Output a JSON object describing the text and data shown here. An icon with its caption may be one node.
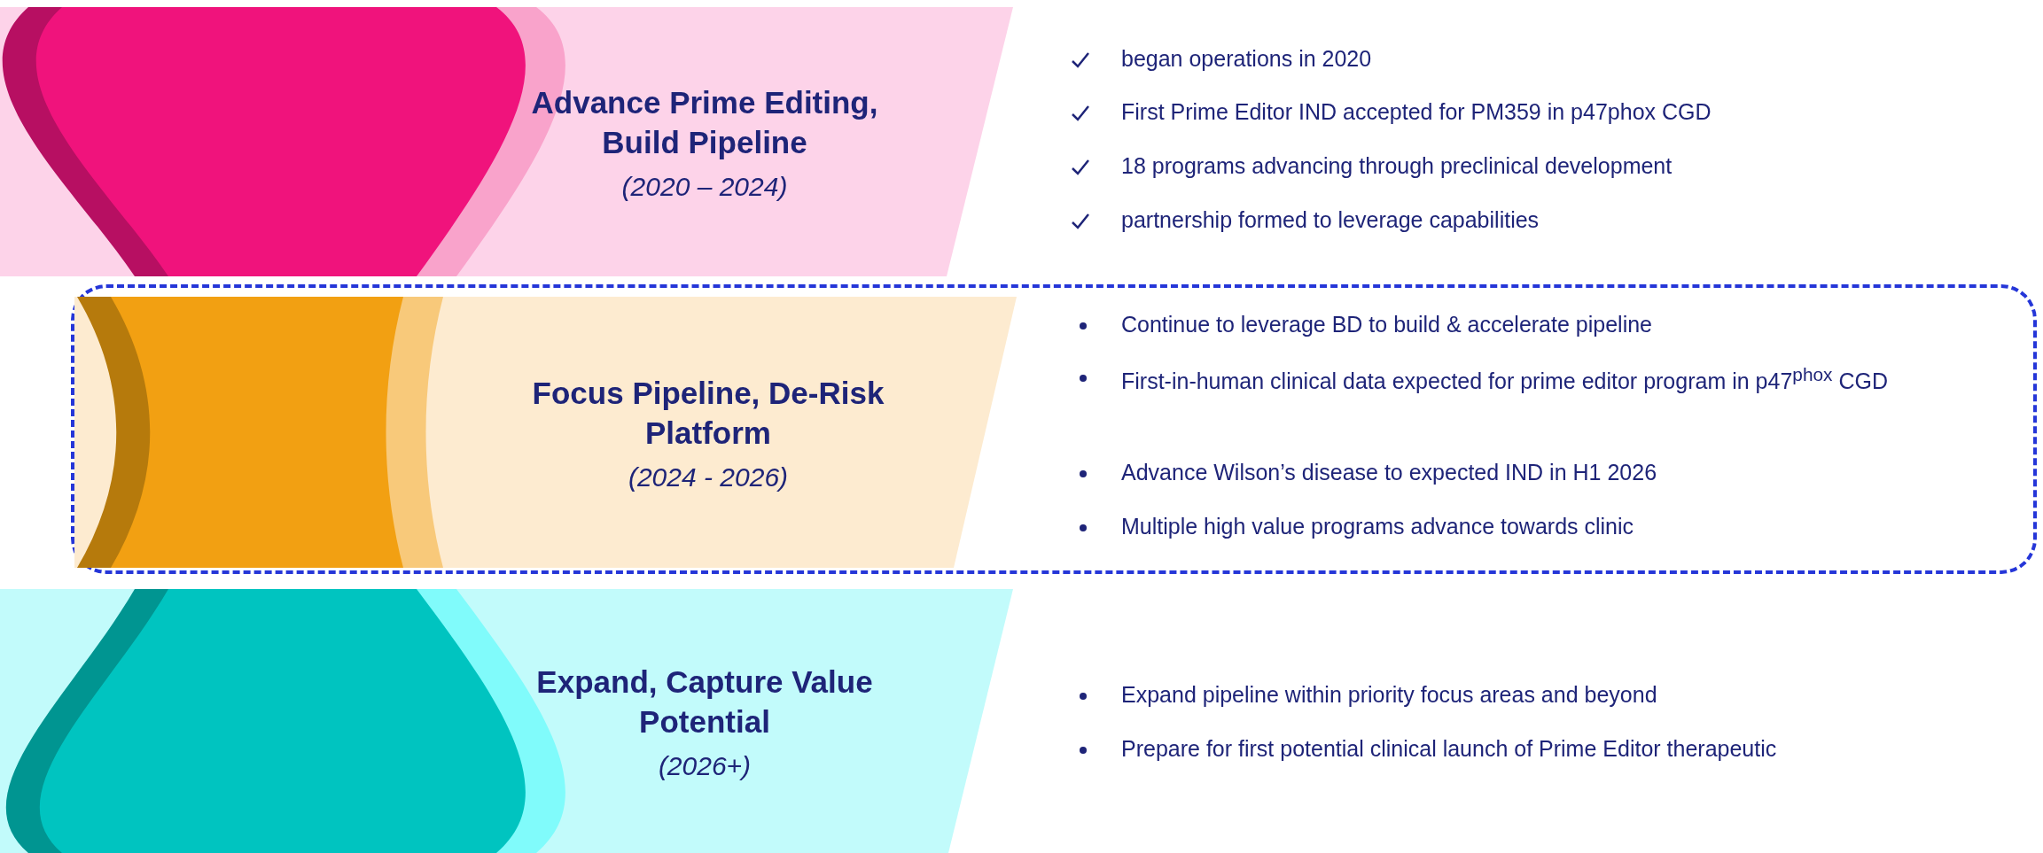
{
  "diagram": {
    "nodes": [
      {
        "text": [
          "Advance Prime Editing, Build Pipeline",
          "(2020 – 2024)"
        ]
      },
      {
        "text": [],
        "shape": "box"
      },
      {
        "text": [
          "Focus Pipeline, De-Risk Platform",
          "(2024 - 2026)"
        ],
        "in": 1
      },
      {
        "text": [
          "Expand, Capture Value Potential",
          "(2026+)"
        ]
      }
    ],
    "labels": [
      "began operations in 2020",
      "First Prime Editor IND accepted for PM359 in p47phox CGD",
      "18 programs advancing through preclinical development",
      "partnership formed to leverage capabilities",
      "Continue to leverage BD to build & accelerate pipeline",
      "First-in-human clinical data expected for prime editor program in p47$^{phox}$ CGD",
      "Advance Wilson’s disease to expected IND in H1 2026",
      "Multiple high value programs advance towards clinic",
      "Expand pipeline within priority focus areas and beyond",
      "Prepare for first potential clinical launch of Prime Editor therapeutic"
    ]
  }
}
